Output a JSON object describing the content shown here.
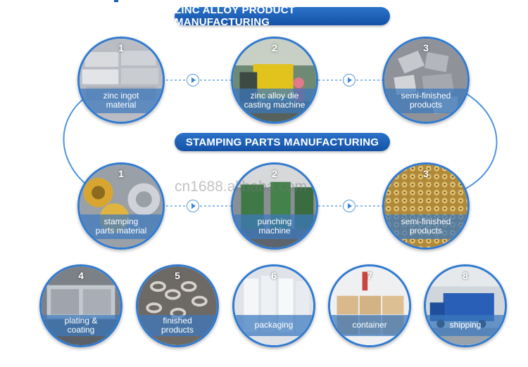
{
  "banners": {
    "zinc": "ZINC ALLOY PRODUCT MANUFACTURING",
    "stamping": "STAMPING PARTS MANUFACTURING"
  },
  "watermark": "cn1688.alibaba.com",
  "zinc_steps": [
    {
      "num": "1",
      "label": "zinc ingot\nmaterial"
    },
    {
      "num": "2",
      "label": "zinc alloy die\ncasting machine"
    },
    {
      "num": "3",
      "label": "semi-finished\nproducts"
    }
  ],
  "stamping_steps": [
    {
      "num": "1",
      "label": "stamping\nparts material"
    },
    {
      "num": "2",
      "label": "punching\nmachine"
    },
    {
      "num": "3",
      "label": "semi-finished\nproducts"
    }
  ],
  "final_steps": [
    {
      "num": "4",
      "label": "plating &\ncoating"
    },
    {
      "num": "5",
      "label": "finished\nproducts"
    },
    {
      "num": "6",
      "label": "packaging"
    },
    {
      "num": "7",
      "label": "container"
    },
    {
      "num": "8",
      "label": "shipping"
    }
  ],
  "colors": {
    "accent": "#2f7ad0",
    "banner": "#1a5fb4"
  }
}
